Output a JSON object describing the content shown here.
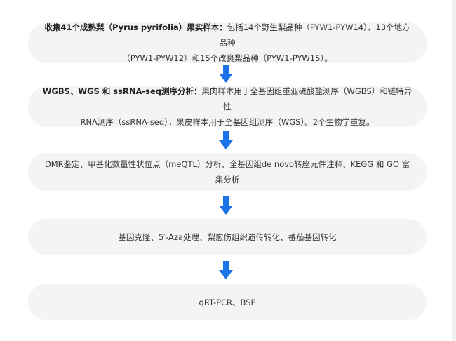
{
  "steps": [
    {
      "bold": "收集41个成熟梨（Pyrus pyrifolia）果实样本：",
      "line1": "包括14个野生梨品种（PYW1-PYW14）、13个地方品种",
      "line2": "（PYW1-PYW12）和15个改良梨品种（PYW1-PYW15）。"
    },
    {
      "bold": "WGBS、WGS 和 ssRNA-seq测序分析：",
      "line1": "果肉样本用于全基因组重亚硫酸盐测序（WGBS）和链特异性",
      "line2": "RNA测序（ssRNA-seq），果皮样本用于全基因组测序（WGS）。2个生物学重复。"
    },
    {
      "line1": "DMR鉴定、甲基化数量性状位点（meQTL）分析、全基因组de novo转座元件注释、KEGG 和 GO 富集分析"
    },
    {
      "line1": "基因克隆、5′-Aza处理、梨愈伤组织遗传转化、番茄基因转化"
    },
    {
      "line1": "qRT-PCR、BSP"
    }
  ],
  "colors": {
    "box": "#f3f5f5",
    "arrow": "#1a73e8"
  }
}
